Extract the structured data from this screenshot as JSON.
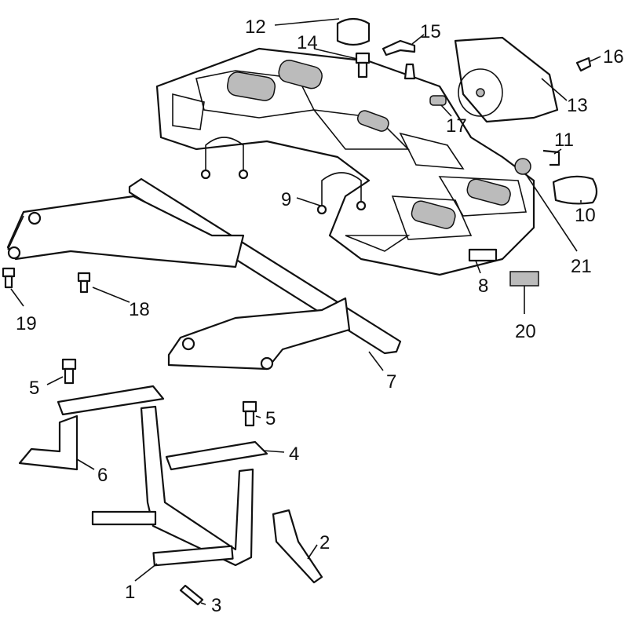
{
  "diagram": {
    "type": "exploded-parts-diagram",
    "callouts": [
      {
        "id": "c12",
        "label": "12"
      },
      {
        "id": "c14",
        "label": "14"
      },
      {
        "id": "c15",
        "label": "15"
      },
      {
        "id": "c16",
        "label": "16"
      },
      {
        "id": "c13",
        "label": "13"
      },
      {
        "id": "c17",
        "label": "17"
      },
      {
        "id": "c11",
        "label": "11"
      },
      {
        "id": "c9",
        "label": "9"
      },
      {
        "id": "c10",
        "label": "10"
      },
      {
        "id": "c21",
        "label": "21"
      },
      {
        "id": "c8",
        "label": "8"
      },
      {
        "id": "c20",
        "label": "20"
      },
      {
        "id": "c19",
        "label": "19"
      },
      {
        "id": "c18",
        "label": "18"
      },
      {
        "id": "c7",
        "label": "7"
      },
      {
        "id": "c5a",
        "label": "5"
      },
      {
        "id": "c5b",
        "label": "5"
      },
      {
        "id": "c4",
        "label": "4"
      },
      {
        "id": "c6",
        "label": "6"
      },
      {
        "id": "c2",
        "label": "2"
      },
      {
        "id": "c1",
        "label": "1"
      },
      {
        "id": "c3",
        "label": "3"
      }
    ]
  }
}
